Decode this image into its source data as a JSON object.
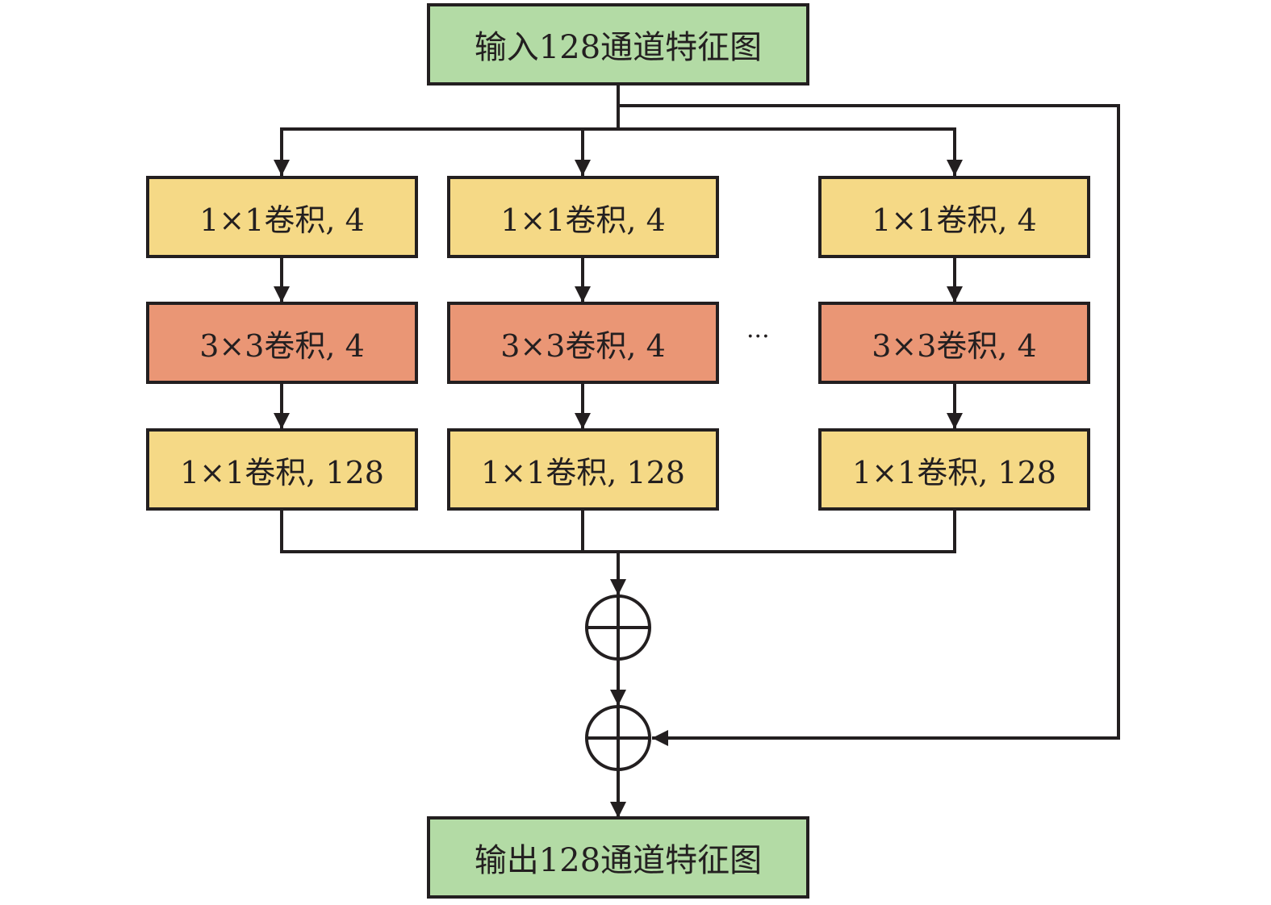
{
  "diagram": {
    "input_label": "输入128通道特征图",
    "output_label": "输出128通道特征图",
    "ellipsis": "···",
    "branches": [
      {
        "conv1": "1×1卷积, 4",
        "conv2": "3×3卷积, 4",
        "conv3": "1×1卷积, 128"
      },
      {
        "conv1": "1×1卷积, 4",
        "conv2": "3×3卷积, 4",
        "conv3": "1×1卷积, 128"
      },
      {
        "conv1": "1×1卷积, 4",
        "conv2": "3×3卷积, 4",
        "conv3": "1×1卷积, 128"
      }
    ],
    "operators": [
      "add",
      "add"
    ],
    "colors": {
      "io_fill": "#b3dba5",
      "conv1x1_fill": "#f5d986",
      "conv3x3_fill": "#ea9675",
      "stroke": "#231f20"
    }
  }
}
